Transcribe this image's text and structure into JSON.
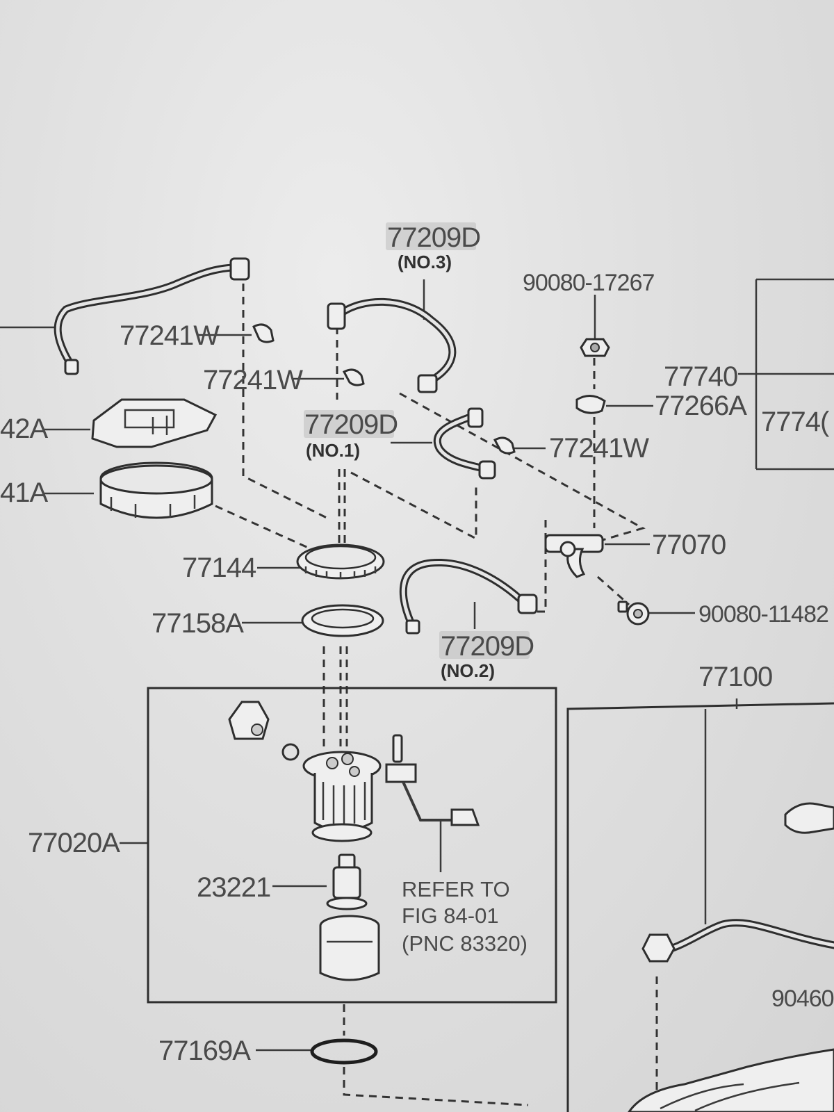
{
  "labels": {
    "l77209D_3": "77209D",
    "l77209D_3_sub": "(NO.3)",
    "l90080_17267": "90080-17267",
    "l77241W_a": "77241W",
    "l77241W_b": "77241W",
    "l77241W_c": "77241W",
    "l42A": "42A",
    "l41A": "41A",
    "l77209D_1": "77209D",
    "l77209D_1_sub": "(NO.1)",
    "l77740_a": "77740",
    "l77740_b": "7774(",
    "l77266A": "77266A",
    "l77070": "77070",
    "l77144": "77144",
    "l90080_11482": "90080-11482",
    "l77158A": "77158A",
    "l77209D_2": "77209D",
    "l77209D_2_sub": "(NO.2)",
    "l77100": "77100",
    "l77020A": "77020A",
    "l23221": "23221",
    "ref_line1": "REFER TO",
    "ref_line2": "FIG 84-01",
    "ref_line3": "(PNC 83320)",
    "l90460": "90460-",
    "l77169A": "77169A"
  },
  "colors": {
    "paper": "#e2e2e2",
    "ink": "#2e2e2e",
    "label_ink": "#4a4a4a",
    "highlight": "#bdbdbd"
  }
}
